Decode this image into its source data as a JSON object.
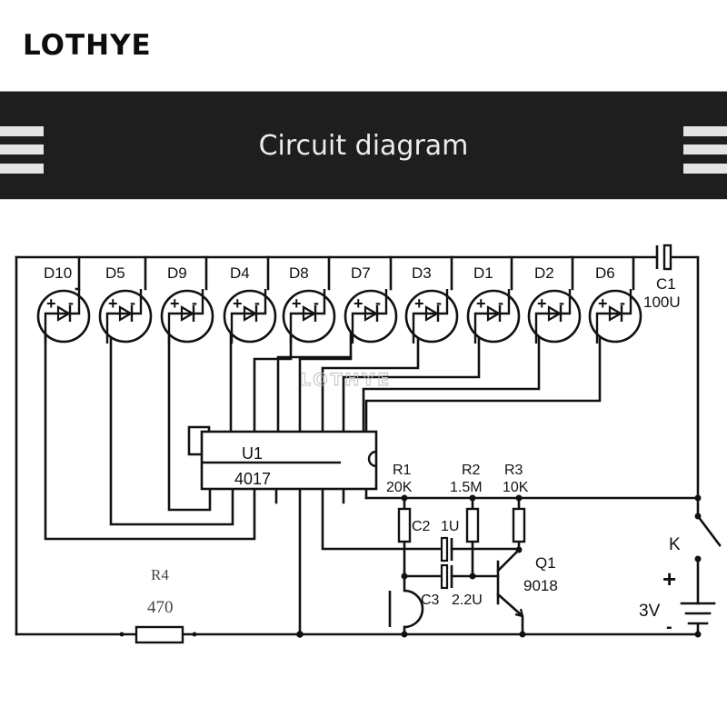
{
  "brand": {
    "name": "LOTHYE"
  },
  "banner": {
    "title": "Circuit diagram",
    "left_icon": "menu-lines-icon",
    "right_icon": "menu-lines-icon"
  },
  "schematic": {
    "watermark": "LOTHYE",
    "leds": [
      {
        "ref": "D10",
        "plus": "+",
        "minus": "-"
      },
      {
        "ref": "D5",
        "plus": "+",
        "minus": "-"
      },
      {
        "ref": "D9",
        "plus": "+",
        "minus": "-"
      },
      {
        "ref": "D4",
        "plus": "+",
        "minus": "-"
      },
      {
        "ref": "D8",
        "plus": "+",
        "minus": "-"
      },
      {
        "ref": "D7",
        "plus": "+",
        "minus": "-"
      },
      {
        "ref": "D3",
        "plus": "+",
        "minus": "-"
      },
      {
        "ref": "D1",
        "plus": "+",
        "minus": "-"
      },
      {
        "ref": "D2",
        "plus": "+",
        "minus": "-"
      },
      {
        "ref": "D6",
        "plus": "+",
        "minus": "-"
      }
    ],
    "ic": {
      "ref": "U1",
      "part": "4017"
    },
    "c1": {
      "ref": "C1",
      "value": "100U"
    },
    "r1": {
      "ref": "R1",
      "value": "20K"
    },
    "r2": {
      "ref": "R2",
      "value": "1.5M"
    },
    "r3": {
      "ref": "R3",
      "value": "10K"
    },
    "r4": {
      "ref": "R4",
      "value": "470"
    },
    "c2": {
      "ref": "C2",
      "value": "1U"
    },
    "c3": {
      "ref": "C3",
      "value": "2.2U"
    },
    "q1": {
      "ref": "Q1",
      "part": "9018"
    },
    "switch": {
      "ref": "K"
    },
    "battery": {
      "voltage": "3V",
      "plus": "+",
      "minus": "-"
    }
  }
}
